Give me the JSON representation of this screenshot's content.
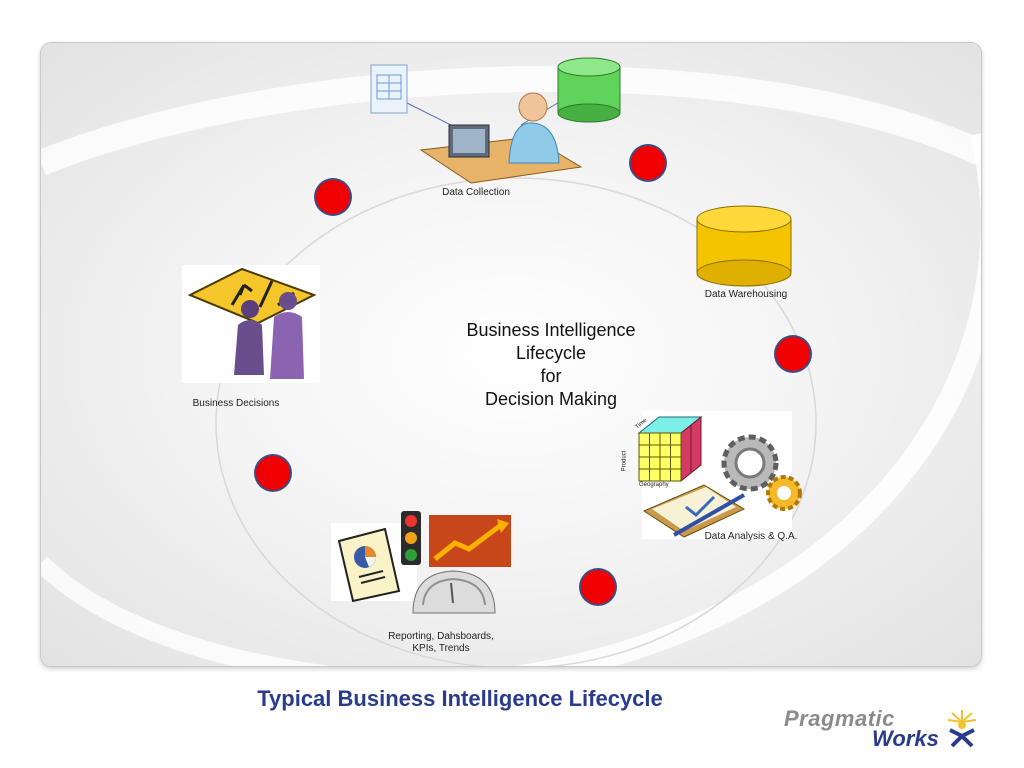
{
  "diagram": {
    "center_title_lines": [
      "Business Intelligence",
      "Lifecycle",
      "for",
      "Decision Making"
    ],
    "stages": {
      "data_collection": "Data Collection",
      "data_warehousing": "Data Warehousing",
      "data_analysis": "Data Analysis & Q.A.",
      "reporting_line1": "Reporting, Dahsboards,",
      "reporting_line2": "KPIs, Trends",
      "business_decisions": "Business Decisions"
    },
    "cube_axes": {
      "time": "Time",
      "product": "Product",
      "geography": "Geography"
    },
    "colors": {
      "dot": "#f00000",
      "dot_ring": "#3a4d86",
      "caption": "#2a3b8c",
      "db_green": "#5fd35a",
      "db_yellow": "#f5c400"
    }
  },
  "caption": "Typical Business Intelligence Lifecycle",
  "logo": {
    "word1": "Pragmatic",
    "word2": "Works"
  }
}
